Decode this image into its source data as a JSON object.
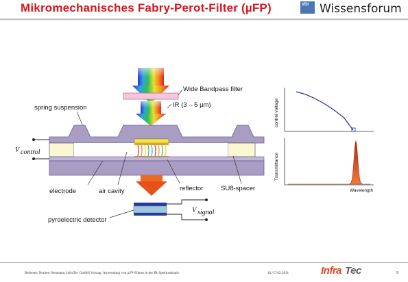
{
  "header": {
    "title": "Mikromechanisches Fabry-Perot-Filter (µFP)",
    "vdi_badge": "VDI",
    "brand": "Wissensforum"
  },
  "diagram": {
    "labels": {
      "wide_bandpass": "Wide Bandpass filter",
      "ir_range": "IR (3 – 5 µm)",
      "spring_suspension": "spring suspension",
      "v_control": "V",
      "v_control_sub": "control",
      "electrode": "electrode",
      "air_cavity": "air cavity",
      "reflector": "reflector",
      "su8_spacer": "SU8-spacer",
      "pyroelectric_detector": "pyroelectric detector",
      "v_signal": "V",
      "v_signal_sub": "signal"
    },
    "colors": {
      "substrate": "#a99dc3",
      "substrate_edge": "#6b5b95",
      "spacer": "#fbf7d2",
      "electrode": "#2a3a9c",
      "reflector": "#f4e64a",
      "detector": "#9ec8de",
      "bandpass_filter": "#f6c6de",
      "response_curve": "#1c2b9a",
      "peak_fill": "#e8531c"
    }
  },
  "plots": {
    "top": {
      "ylabel": "control voltage"
    },
    "bottom": {
      "ylabel": "Transmittance",
      "xlabel": "Wavelength"
    }
  },
  "chart_data": [
    {
      "type": "line",
      "ylabel": "control voltage",
      "xlabel": "",
      "series": [
        {
          "values": [
            1.0,
            0.93,
            0.82,
            0.68,
            0.52,
            0.33,
            0.0
          ]
        }
      ]
    },
    {
      "type": "area",
      "ylabel": "Transmittance",
      "xlabel": "Wavelength",
      "series": [
        {
          "values": [
            0.02,
            0.02,
            0.02,
            0.03,
            0.05,
            0.12,
            1.0,
            0.12,
            0.04,
            0.02
          ]
        }
      ]
    }
  ],
  "footer": {
    "reference": "Referent: Norbert Neumann, InfraTec GmbH| Vortrag: Anwendung von µFP-Filtern in der IR-Spektroskopie",
    "date": "16./17.02.2011",
    "logo_part1": "Infra",
    "logo_part2": "Tec",
    "page_number": "9"
  }
}
